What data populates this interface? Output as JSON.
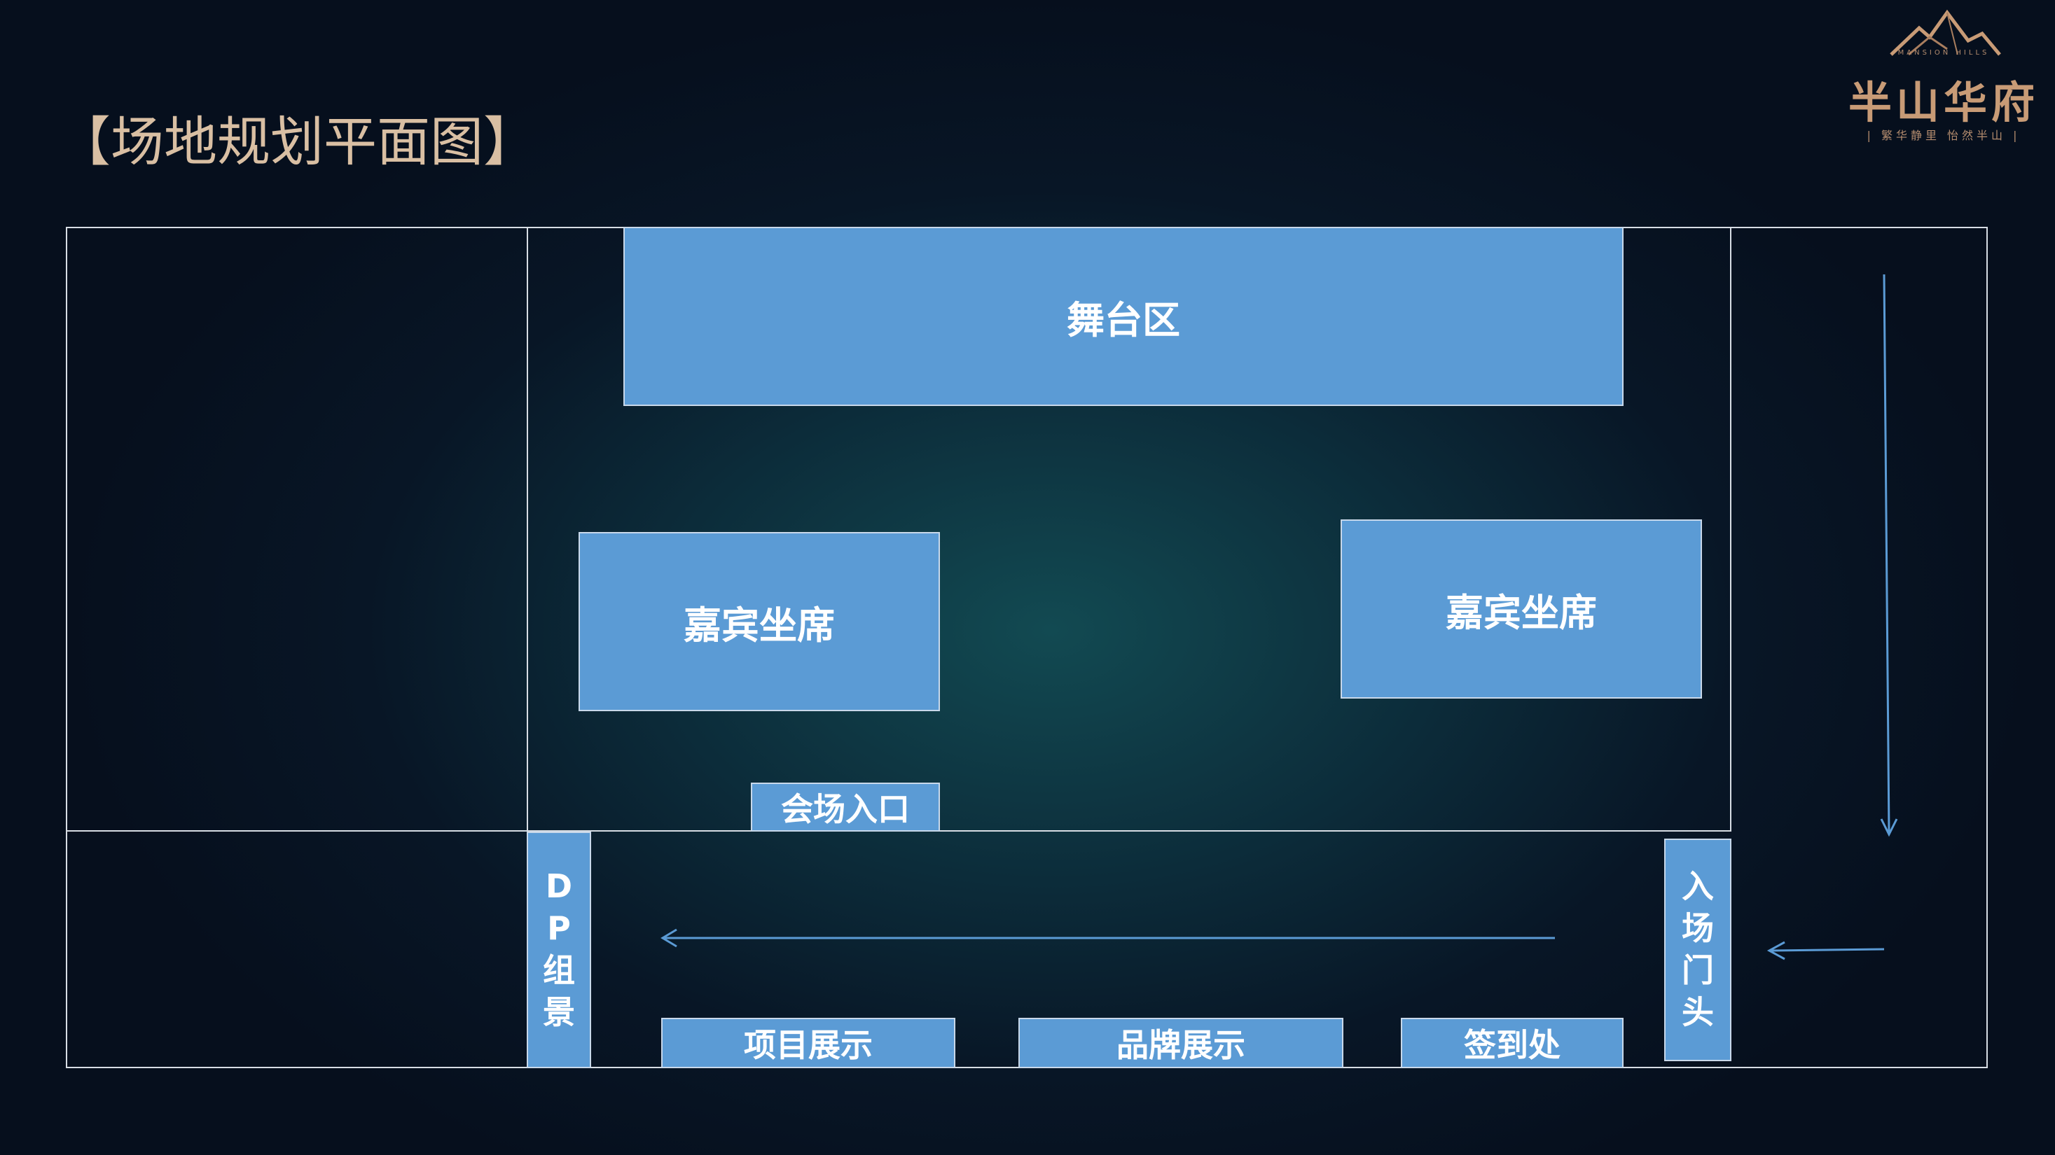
{
  "title": "【场地规划平面图】",
  "logo": {
    "name": "半山华府",
    "english": "MANSION HILLS",
    "slogan": "| 繁华静里  怡然半山 |"
  },
  "zones": {
    "stage": "舞台区",
    "guest_seats_left": "嘉宾坐席",
    "guest_seats_right": "嘉宾坐席",
    "venue_entrance": "会场入口",
    "dp_scene": [
      "D",
      "P",
      "组",
      "景"
    ],
    "project_display": "项目展示",
    "brand_display": "品牌展示",
    "sign_in": "签到处",
    "entrance_gate": [
      "入",
      "场",
      "门",
      "头"
    ]
  },
  "colors": {
    "box_fill": "#5b9bd5",
    "title": "#d9bfa3",
    "arrow": "#5b9bd5",
    "line": "#d7dde4"
  }
}
